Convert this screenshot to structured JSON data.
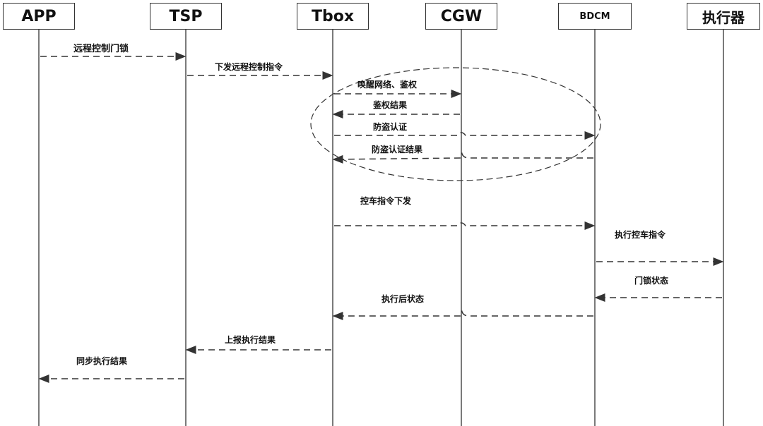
{
  "participants": [
    {
      "id": "app",
      "label": "APP"
    },
    {
      "id": "tsp",
      "label": "TSP"
    },
    {
      "id": "tbox",
      "label": "Tbox"
    },
    {
      "id": "cgw",
      "label": "CGW"
    },
    {
      "id": "bdcm",
      "label": "BDCM"
    },
    {
      "id": "actuator",
      "label": "执行器"
    }
  ],
  "messages": [
    {
      "label": "远程控制门锁",
      "from": "app",
      "to": "tsp"
    },
    {
      "label": "下发远程控制指令",
      "from": "tsp",
      "to": "tbox"
    },
    {
      "label": "唤醒网络、鉴权",
      "from": "tbox",
      "to": "cgw"
    },
    {
      "label": "鉴权结果",
      "from": "cgw",
      "to": "tbox"
    },
    {
      "label": "防盗认证",
      "from": "tbox",
      "to": "bdcm"
    },
    {
      "label": "防盗认证结果",
      "from": "bdcm",
      "to": "tbox"
    },
    {
      "label": "控车指令下发",
      "from": "tbox",
      "to": "bdcm"
    },
    {
      "label": "执行控车指令",
      "from": "bdcm",
      "to": "actuator"
    },
    {
      "label": "门锁状态",
      "from": "actuator",
      "to": "bdcm"
    },
    {
      "label": "执行后状态",
      "from": "bdcm",
      "to": "tbox"
    },
    {
      "label": "上报执行结果",
      "from": "tbox",
      "to": "tsp"
    },
    {
      "label": "同步执行结果",
      "from": "tsp",
      "to": "app"
    }
  ],
  "colors": {
    "line": "#333333",
    "text": "#111111"
  }
}
